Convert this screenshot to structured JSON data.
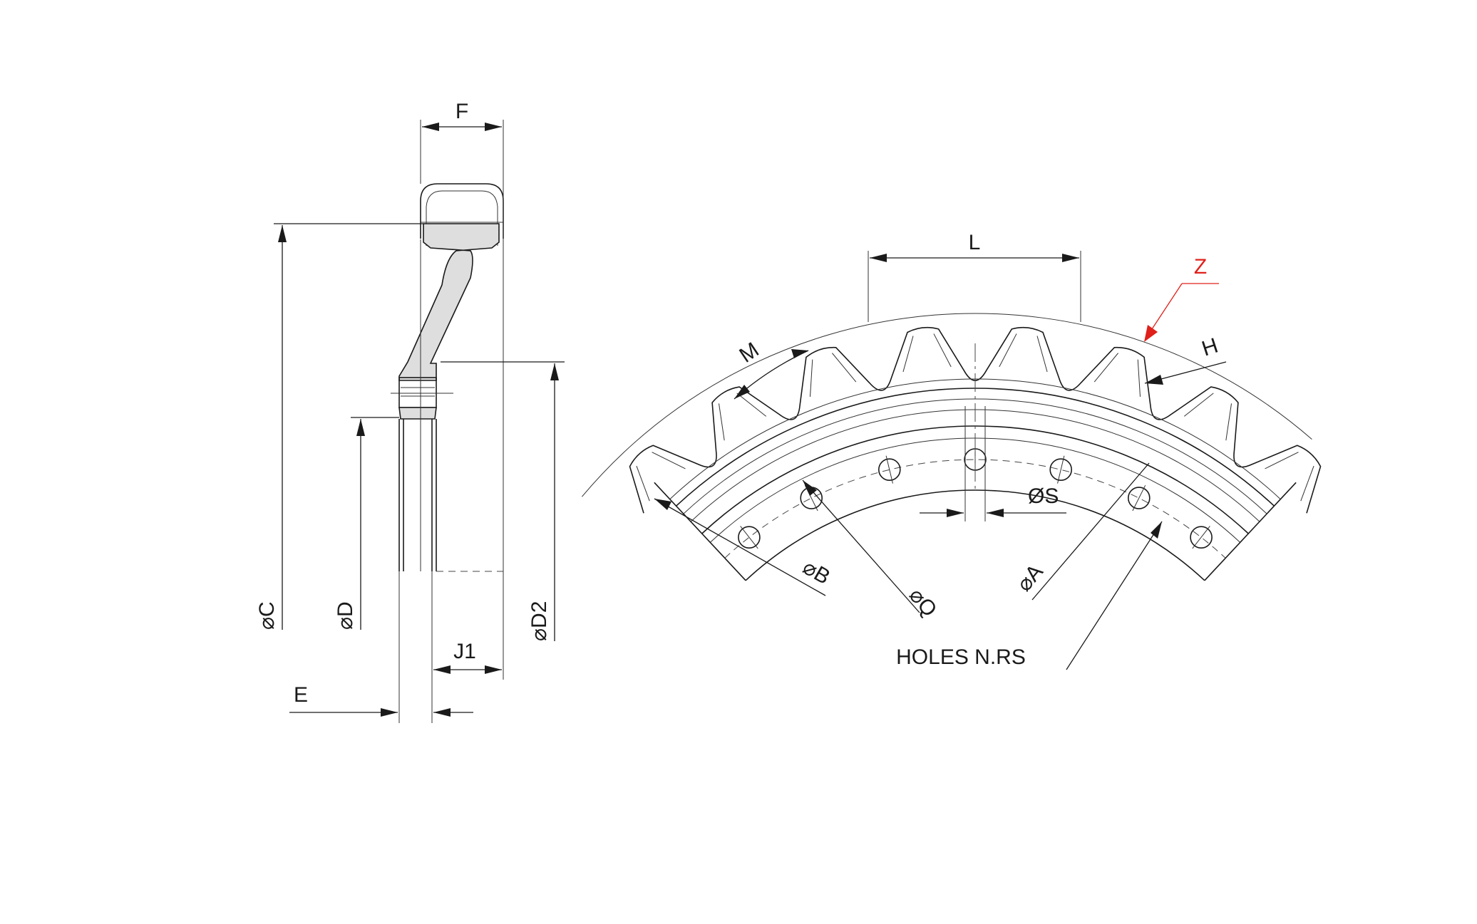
{
  "diagram": {
    "side_view": {
      "labels": {
        "F": "F",
        "C": "⌀C",
        "D": "⌀D",
        "D2": "⌀D2",
        "J1": "J1",
        "E": "E"
      }
    },
    "front_view": {
      "labels": {
        "L": "L",
        "Z": "Z",
        "M": "M",
        "H": "H",
        "S": "ØS",
        "B": "⌀B",
        "Q": "⌀Q",
        "A": "⌀A",
        "holes": "HOLES N.RS"
      }
    },
    "colors": {
      "line": "#1a1a1a",
      "section_fill": "#dedede",
      "highlight": "#e0201a"
    }
  }
}
